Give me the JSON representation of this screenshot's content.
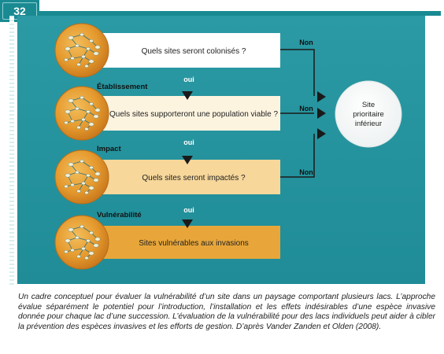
{
  "page_number": "32",
  "stages": [
    {
      "label": "",
      "question": "Quels sites seront colonisés ?",
      "box_color": "#ffffff"
    },
    {
      "label": "Établissement",
      "question": "Quels sites supporteront une population viable ?",
      "box_color": "#fdf4e0"
    },
    {
      "label": "Impact",
      "question": "Quels sites seront impactés ?",
      "box_color": "#f7d79a"
    },
    {
      "label": "Vulnérabilité",
      "question": "Sites vulnérables aux invasions",
      "box_color": "#e8a63a"
    }
  ],
  "yes_label": "oui",
  "no_label": "Non",
  "outcome": {
    "line1": "Site",
    "line2": "prioritaire",
    "line3": "inférieur"
  },
  "caption": "Un cadre conceptuel pour évaluer la vulnérabilité d’un site dans un paysage comportant plusieurs lacs. L’approche évalue séparément le potentiel pour l’introduction, l’installation et les effets indésirables d’une espèce invasive donnée pour chaque lac d’une succession. L’évaluation de la vulnérabilité pour des lacs individuels peut aider à cibler la prévention des espèces invasives et les efforts de gestion. D’après Vander Zanden et Olden (2008).",
  "colors": {
    "teal": "#1f8c97",
    "circle_orange": "#e59a2e",
    "lake": "#f6f1d2",
    "arrow": "#1a1a1a"
  }
}
